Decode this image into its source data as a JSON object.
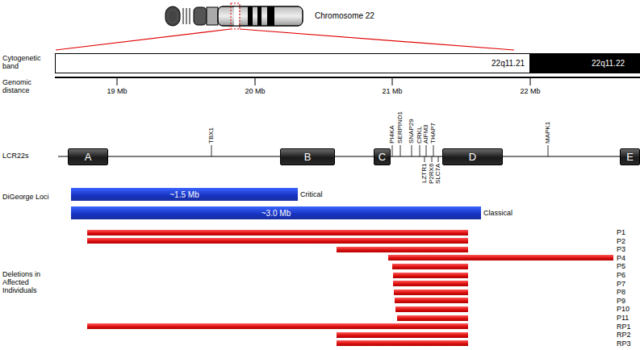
{
  "diagram": {
    "nodes": [
      {
        "text": [
          "22q11.21"
        ]
      },
      {
        "text": [
          "22q11.22"
        ]
      },
      {
        "text": [
          "A"
        ]
      },
      {
        "text": [
          "B"
        ]
      },
      {
        "text": [
          "C"
        ]
      },
      {
        "text": [
          "D"
        ]
      },
      {
        "text": [
          "E"
        ]
      },
      {
        "text": [
          "~1.5 Mb",
          "Critical"
        ]
      },
      {
        "text": [
          "~3.0 Mb",
          "Classical"
        ]
      },
      {
        "text": [
          "P1"
        ]
      },
      {
        "text": [
          "P2"
        ]
      },
      {
        "text": [
          "P3"
        ]
      },
      {
        "text": [
          "P4"
        ]
      },
      {
        "text": [
          "P5"
        ]
      },
      {
        "text": [
          "P6"
        ]
      },
      {
        "text": [
          "P7"
        ]
      },
      {
        "text": [
          "P8"
        ]
      },
      {
        "text": [
          "P9"
        ]
      },
      {
        "text": [
          "P10"
        ]
      },
      {
        "text": [
          "P11"
        ]
      },
      {
        "text": [
          "RP1"
        ]
      },
      {
        "text": [
          "RP2"
        ]
      },
      {
        "text": [
          "RP3"
        ]
      }
    ],
    "labels": [
      "Chromosome 22",
      "Cytogenetic band",
      "Genomic distance",
      "19 Mb",
      "20 Mb",
      "21 Mb",
      "22 Mb",
      "LCR22s",
      "TBX1",
      "PI4KA",
      "SERPIND1",
      "SNAP29",
      "CRKL",
      "AIFM3",
      "THAP7",
      "MAPK1",
      "LZTR1",
      "P2RX6",
      "SLC7A",
      "DiGeorge Loci",
      "Deletions in Affected Individuals"
    ]
  }
}
